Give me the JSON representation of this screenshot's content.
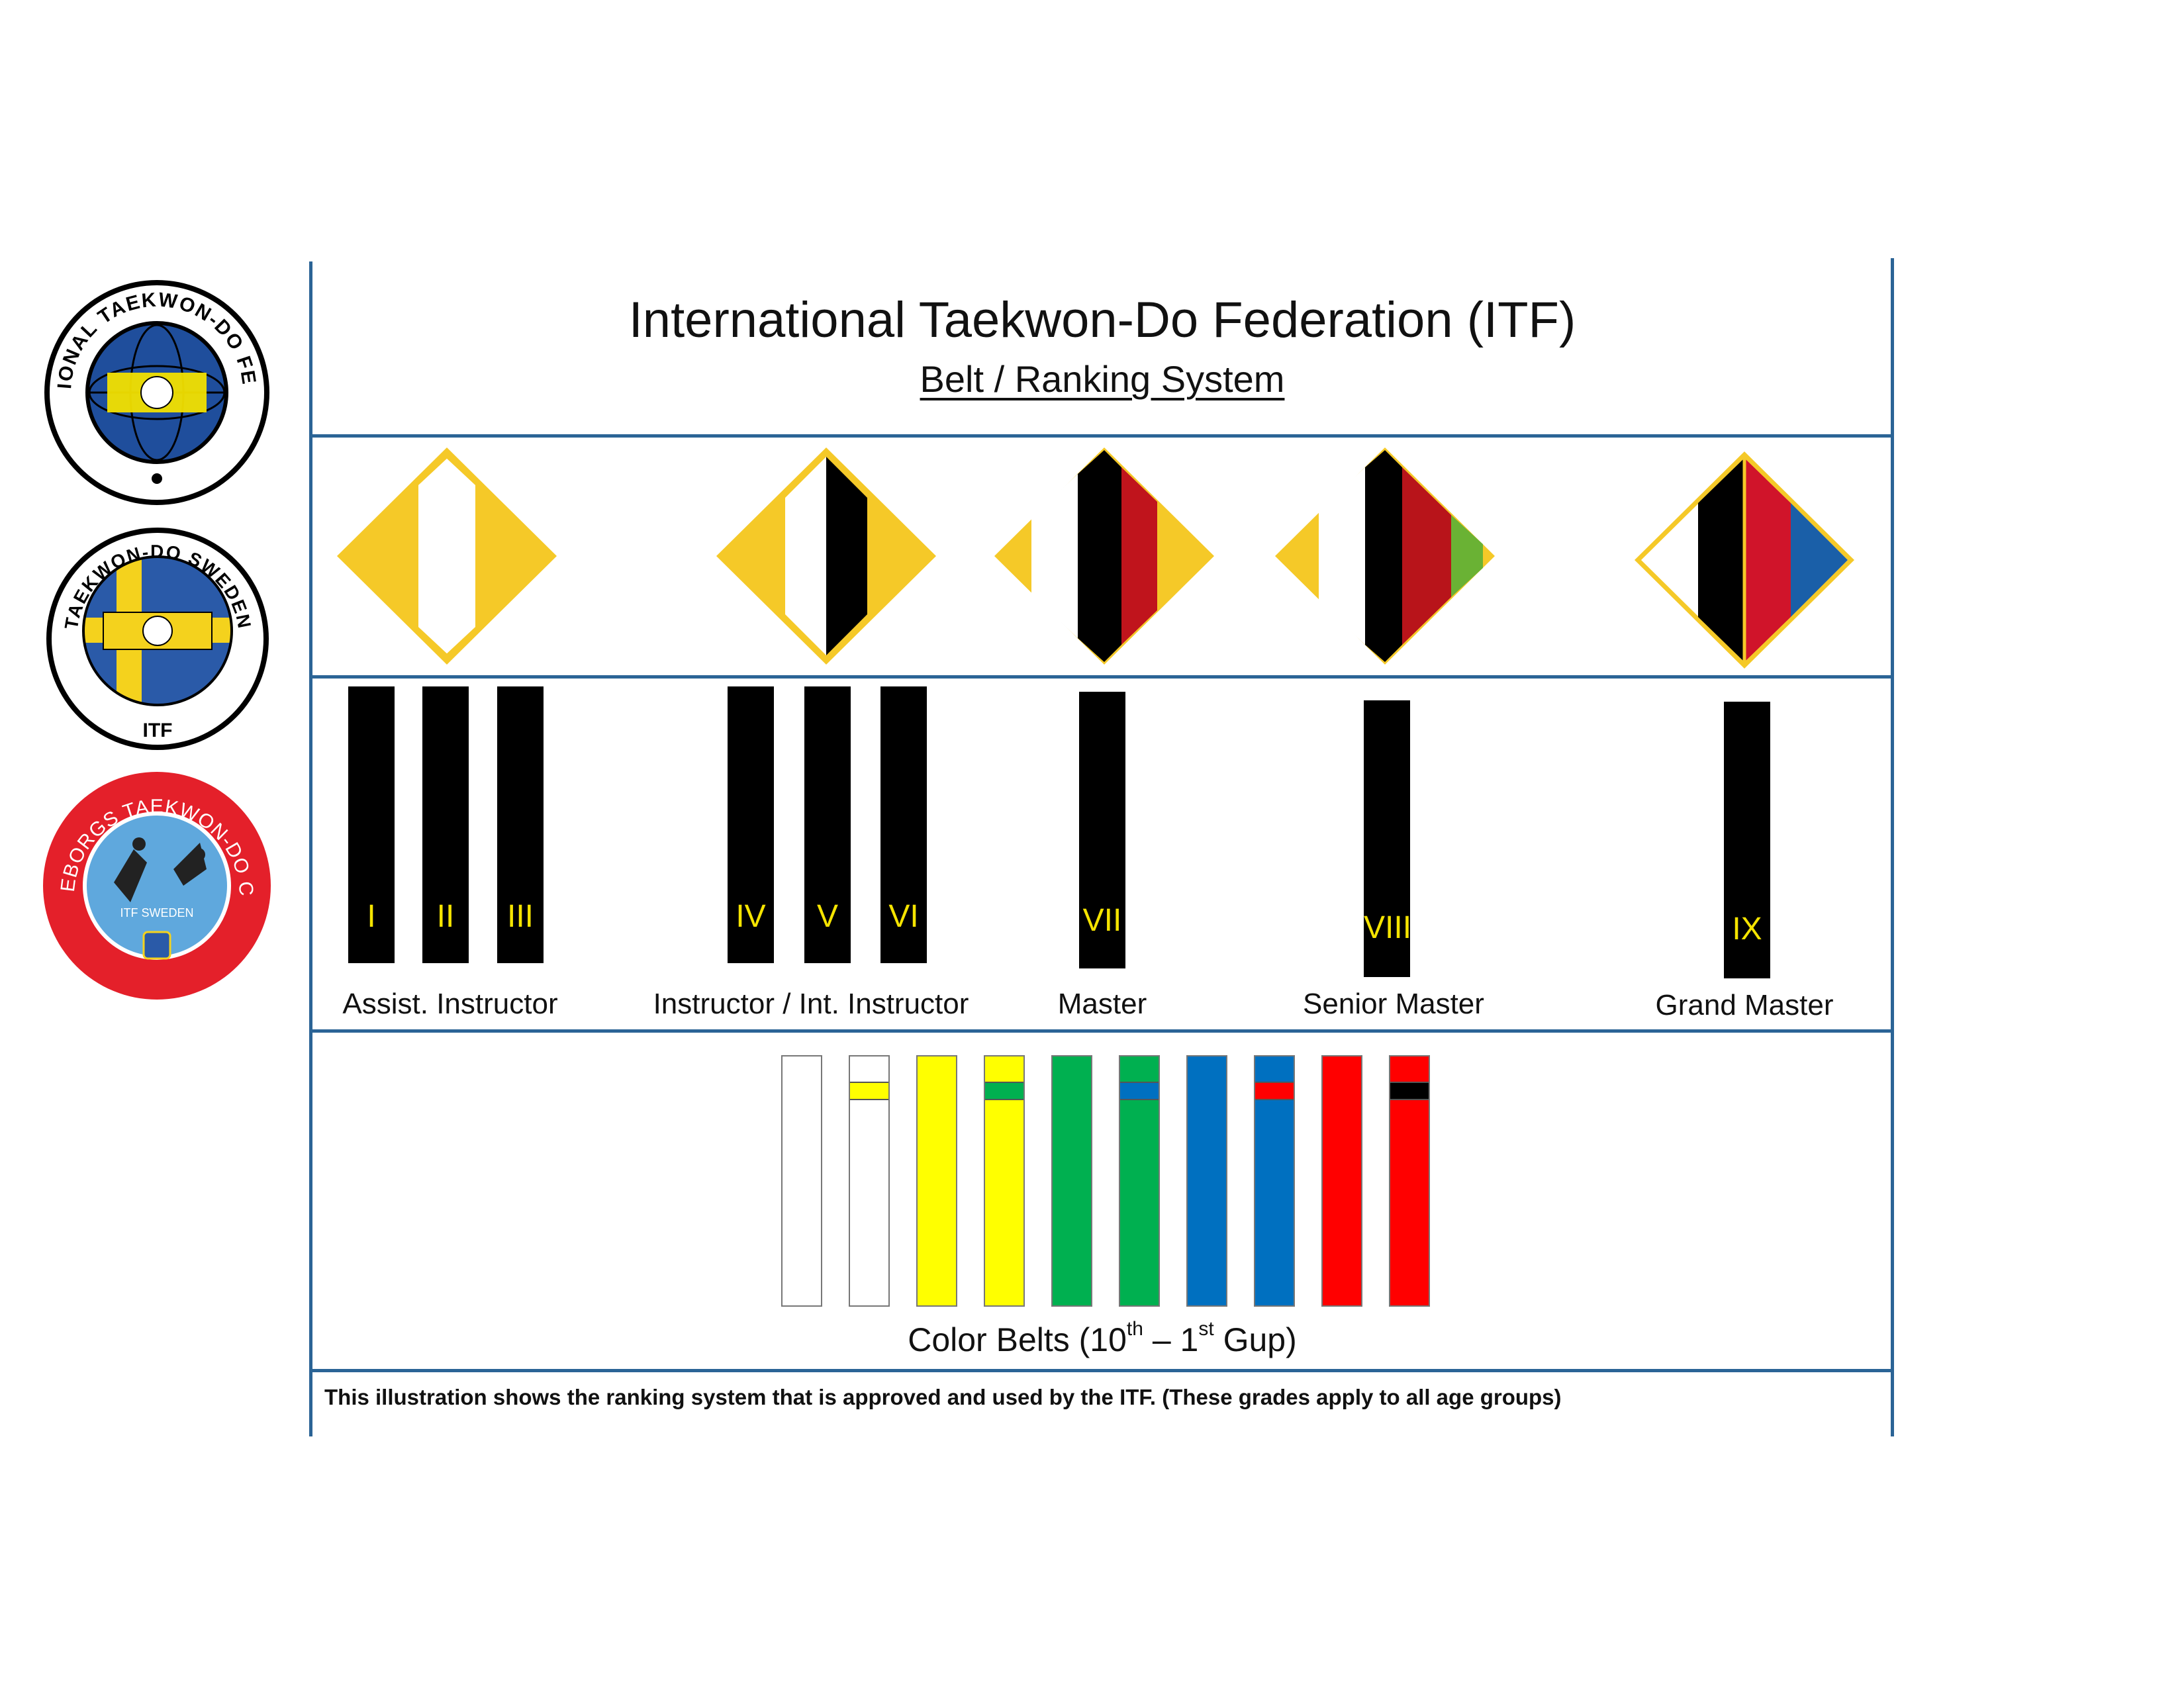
{
  "header": {
    "title": "International Taekwon-Do Federation (ITF)",
    "subtitle": "Belt / Ranking System"
  },
  "logos": [
    {
      "name": "itf-logo",
      "text": "INTERNATIONAL TAEKWON-DO FEDERATION",
      "colors": {
        "ring": "#ffffff",
        "center": "#1f4e9c",
        "glyphs": "#f2e000"
      }
    },
    {
      "name": "taekwondo-sweden-logo",
      "text": "TAEKWON-DO SWEDEN",
      "subtext": "ITF",
      "colors": {
        "field": "#2a5aa8",
        "cross": "#f4d21d"
      }
    },
    {
      "name": "goteborgs-club-logo",
      "text": "GÖTEBORGS TAEKWON-DO CLUB",
      "subtext": "ITF SWEDEN",
      "colors": {
        "ring": "#e4202a",
        "center": "#5fa8dd"
      }
    }
  ],
  "dan_groups": [
    {
      "label": "Assist. Instructor",
      "numerals": [
        "I",
        "II",
        "III"
      ],
      "insignia_colors": [
        "#ffffff"
      ]
    },
    {
      "label": "Instructor / Int. Instructor",
      "numerals": [
        "IV",
        "V",
        "VI"
      ],
      "insignia_colors": [
        "#ffffff",
        "#000000"
      ]
    },
    {
      "label": "Master",
      "numerals": [
        "VII"
      ],
      "insignia_colors": [
        "#ffffff",
        "#000000",
        "#c0141c"
      ]
    },
    {
      "label": "Senior Master",
      "numerals": [
        "VIII"
      ],
      "insignia_colors": [
        "#ffffff",
        "#000000",
        "#b8141a",
        "#6ab234"
      ]
    },
    {
      "label": "Grand Master",
      "numerals": [
        "IX"
      ],
      "insignia_colors": [
        "#000000",
        "#d0142a",
        "#1a5fa8"
      ]
    }
  ],
  "color_belts": {
    "caption_prefix": "Color Belts (10",
    "caption_sup1": "th",
    "caption_mid": " – 1",
    "caption_sup2": "st",
    "caption_suffix": " Gup)",
    "belts": [
      {
        "base": "#ffffff",
        "stripe": null
      },
      {
        "base": "#ffffff",
        "stripe": "#ffff00"
      },
      {
        "base": "#ffff00",
        "stripe": null
      },
      {
        "base": "#ffff00",
        "stripe": "#00b050"
      },
      {
        "base": "#00b050",
        "stripe": null
      },
      {
        "base": "#00b050",
        "stripe": "#0070c0"
      },
      {
        "base": "#0070c0",
        "stripe": null
      },
      {
        "base": "#0070c0",
        "stripe": "#ff0000"
      },
      {
        "base": "#ff0000",
        "stripe": null
      },
      {
        "base": "#ff0000",
        "stripe": "#000000"
      }
    ]
  },
  "footer": {
    "note": "This illustration shows the ranking system that is approved and used by the ITF. (These grades apply to all age groups)"
  },
  "colors": {
    "frame": "#2b6496",
    "insignia_gold": "#f5c928",
    "numeral": "#f5e400"
  }
}
